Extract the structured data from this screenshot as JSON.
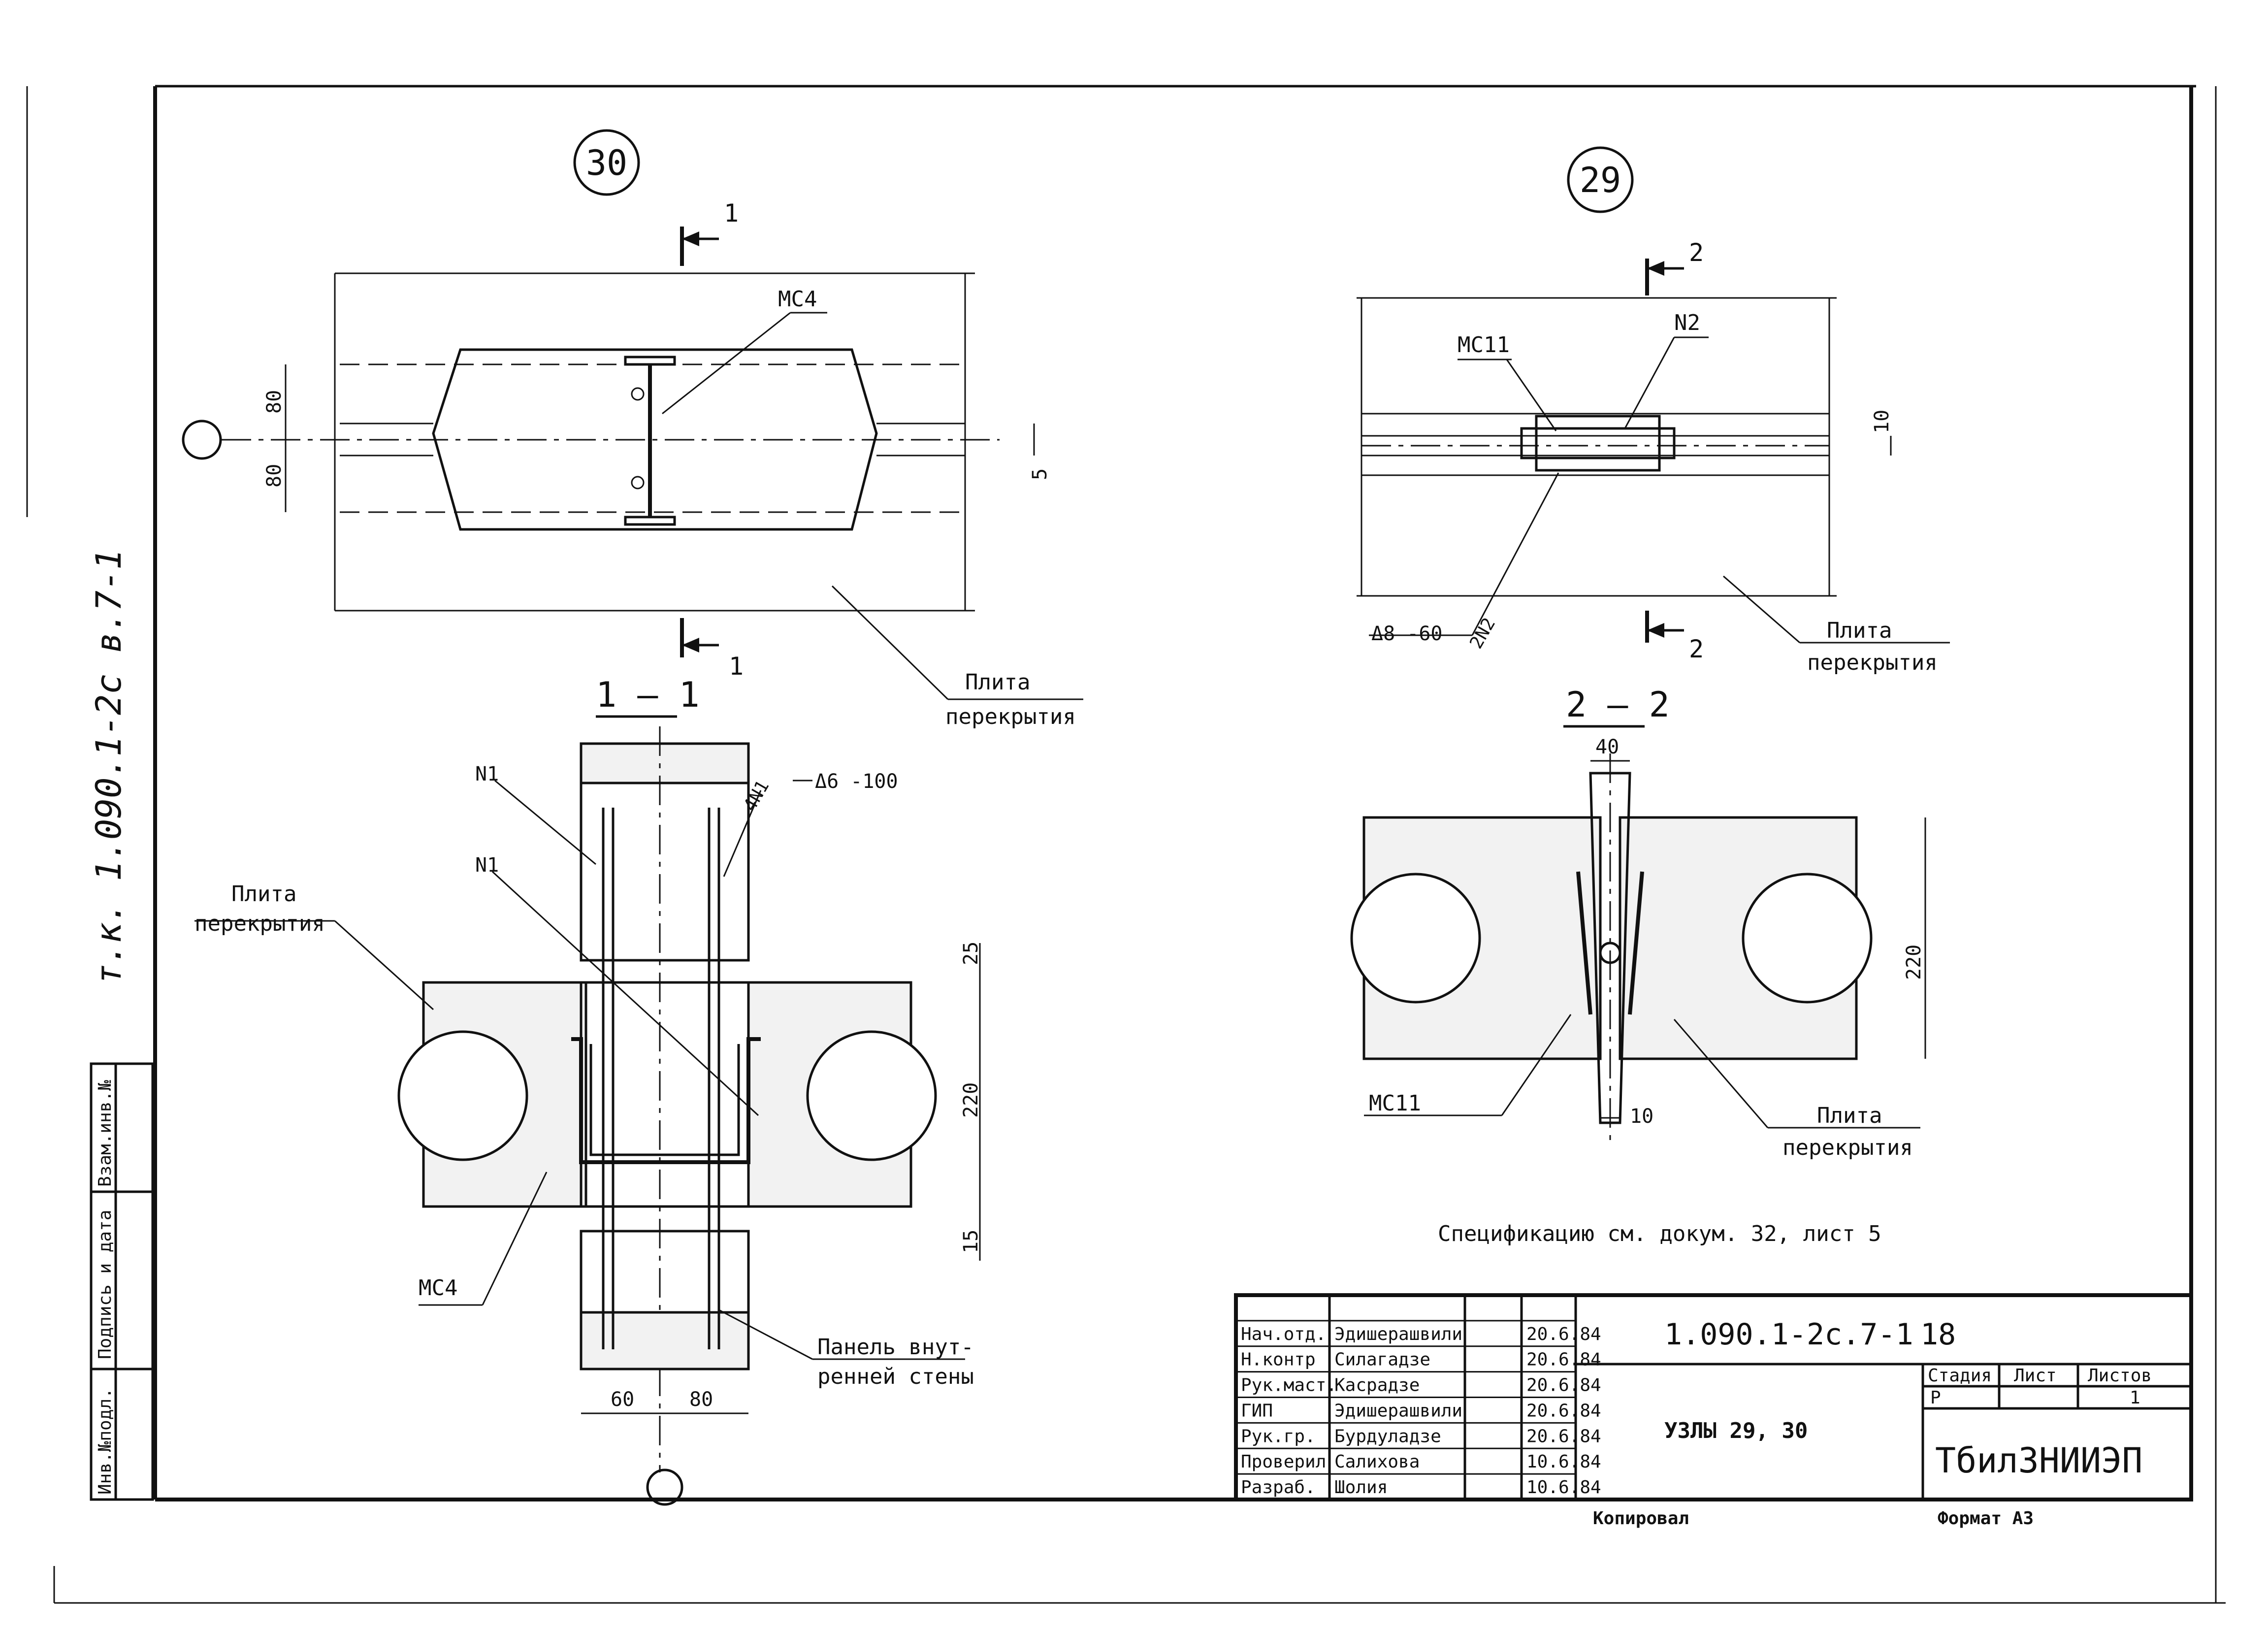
{
  "side_note": "т.к. 1.090.1-2с в.7-1",
  "detail_30": {
    "marker": "30",
    "section_mark": "1",
    "label_mc4": "МС4",
    "dim_80_top": "80",
    "dim_80_bottom": "80",
    "dim_5": "5",
    "slab_label_1": "Плита",
    "slab_label_2": "перекрытия"
  },
  "detail_29": {
    "marker": "29",
    "section_mark": "2",
    "label_mc11": "МС11",
    "label_n2": "N2",
    "label_2n2": "2N2",
    "weld_note": "Δ8 -60",
    "dim_10": "10",
    "slab_label_1": "Плита",
    "slab_label_2": "перекрытия"
  },
  "section_1_1": {
    "title": "1 – 1",
    "label_n1_a": "N1",
    "label_n1_b": "N1",
    "label_4n1": "4N1",
    "weld_note": "Δ6 -100",
    "slab_label_1": "Плита",
    "slab_label_2": "перекрытия",
    "label_mc4": "МС4",
    "panel_label_1": "Панель внут-",
    "panel_label_2": "ренней стены",
    "dim_25": "25",
    "dim_220": "220",
    "dim_15": "15",
    "dim_60": "60",
    "dim_80": "80"
  },
  "section_2_2": {
    "title": "2 – 2",
    "dim_40": "40",
    "dim_220": "220",
    "dim_10": "10",
    "label_mc11": "МС11",
    "slab_label_1": "Плита",
    "slab_label_2": "перекрытия"
  },
  "spec_note": "Спецификацию см. докум. 32, лист 5",
  "left_stamp": [
    "Инв.№подл.",
    "Подпись и дата",
    "Взам.инв.№"
  ],
  "title_block": {
    "doc_number": "1.090.1-2с.7-1",
    "sheet_no": "18",
    "title": "УЗЛЫ 29, 30",
    "org": "ТбилЗНИИЭП",
    "stage_hdr": "Стадия",
    "sheet_hdr": "Лист",
    "sheets_hdr": "Листов",
    "stage_val": "Р",
    "sheets_val": "1",
    "rows": [
      {
        "role": "Нач.отд.",
        "name": "Эдишерашвили",
        "date": "20.6.84"
      },
      {
        "role": "Н.контр",
        "name": "Силагадзе",
        "date": "20.6.84"
      },
      {
        "role": "Рук.маст.",
        "name": "Касрадзе",
        "date": "20.6.84"
      },
      {
        "role": "ГИП",
        "name": "Эдишерашвили",
        "date": "20.6.84"
      },
      {
        "role": "Рук.гр.",
        "name": "Бурдуладзе",
        "date": "20.6.84"
      },
      {
        "role": "Проверил",
        "name": "Салихова",
        "date": "10.6.84"
      },
      {
        "role": "Разраб.",
        "name": "Шолия",
        "date": "10.6.84"
      }
    ],
    "copied": "Копировал",
    "format": "Формат А3"
  }
}
